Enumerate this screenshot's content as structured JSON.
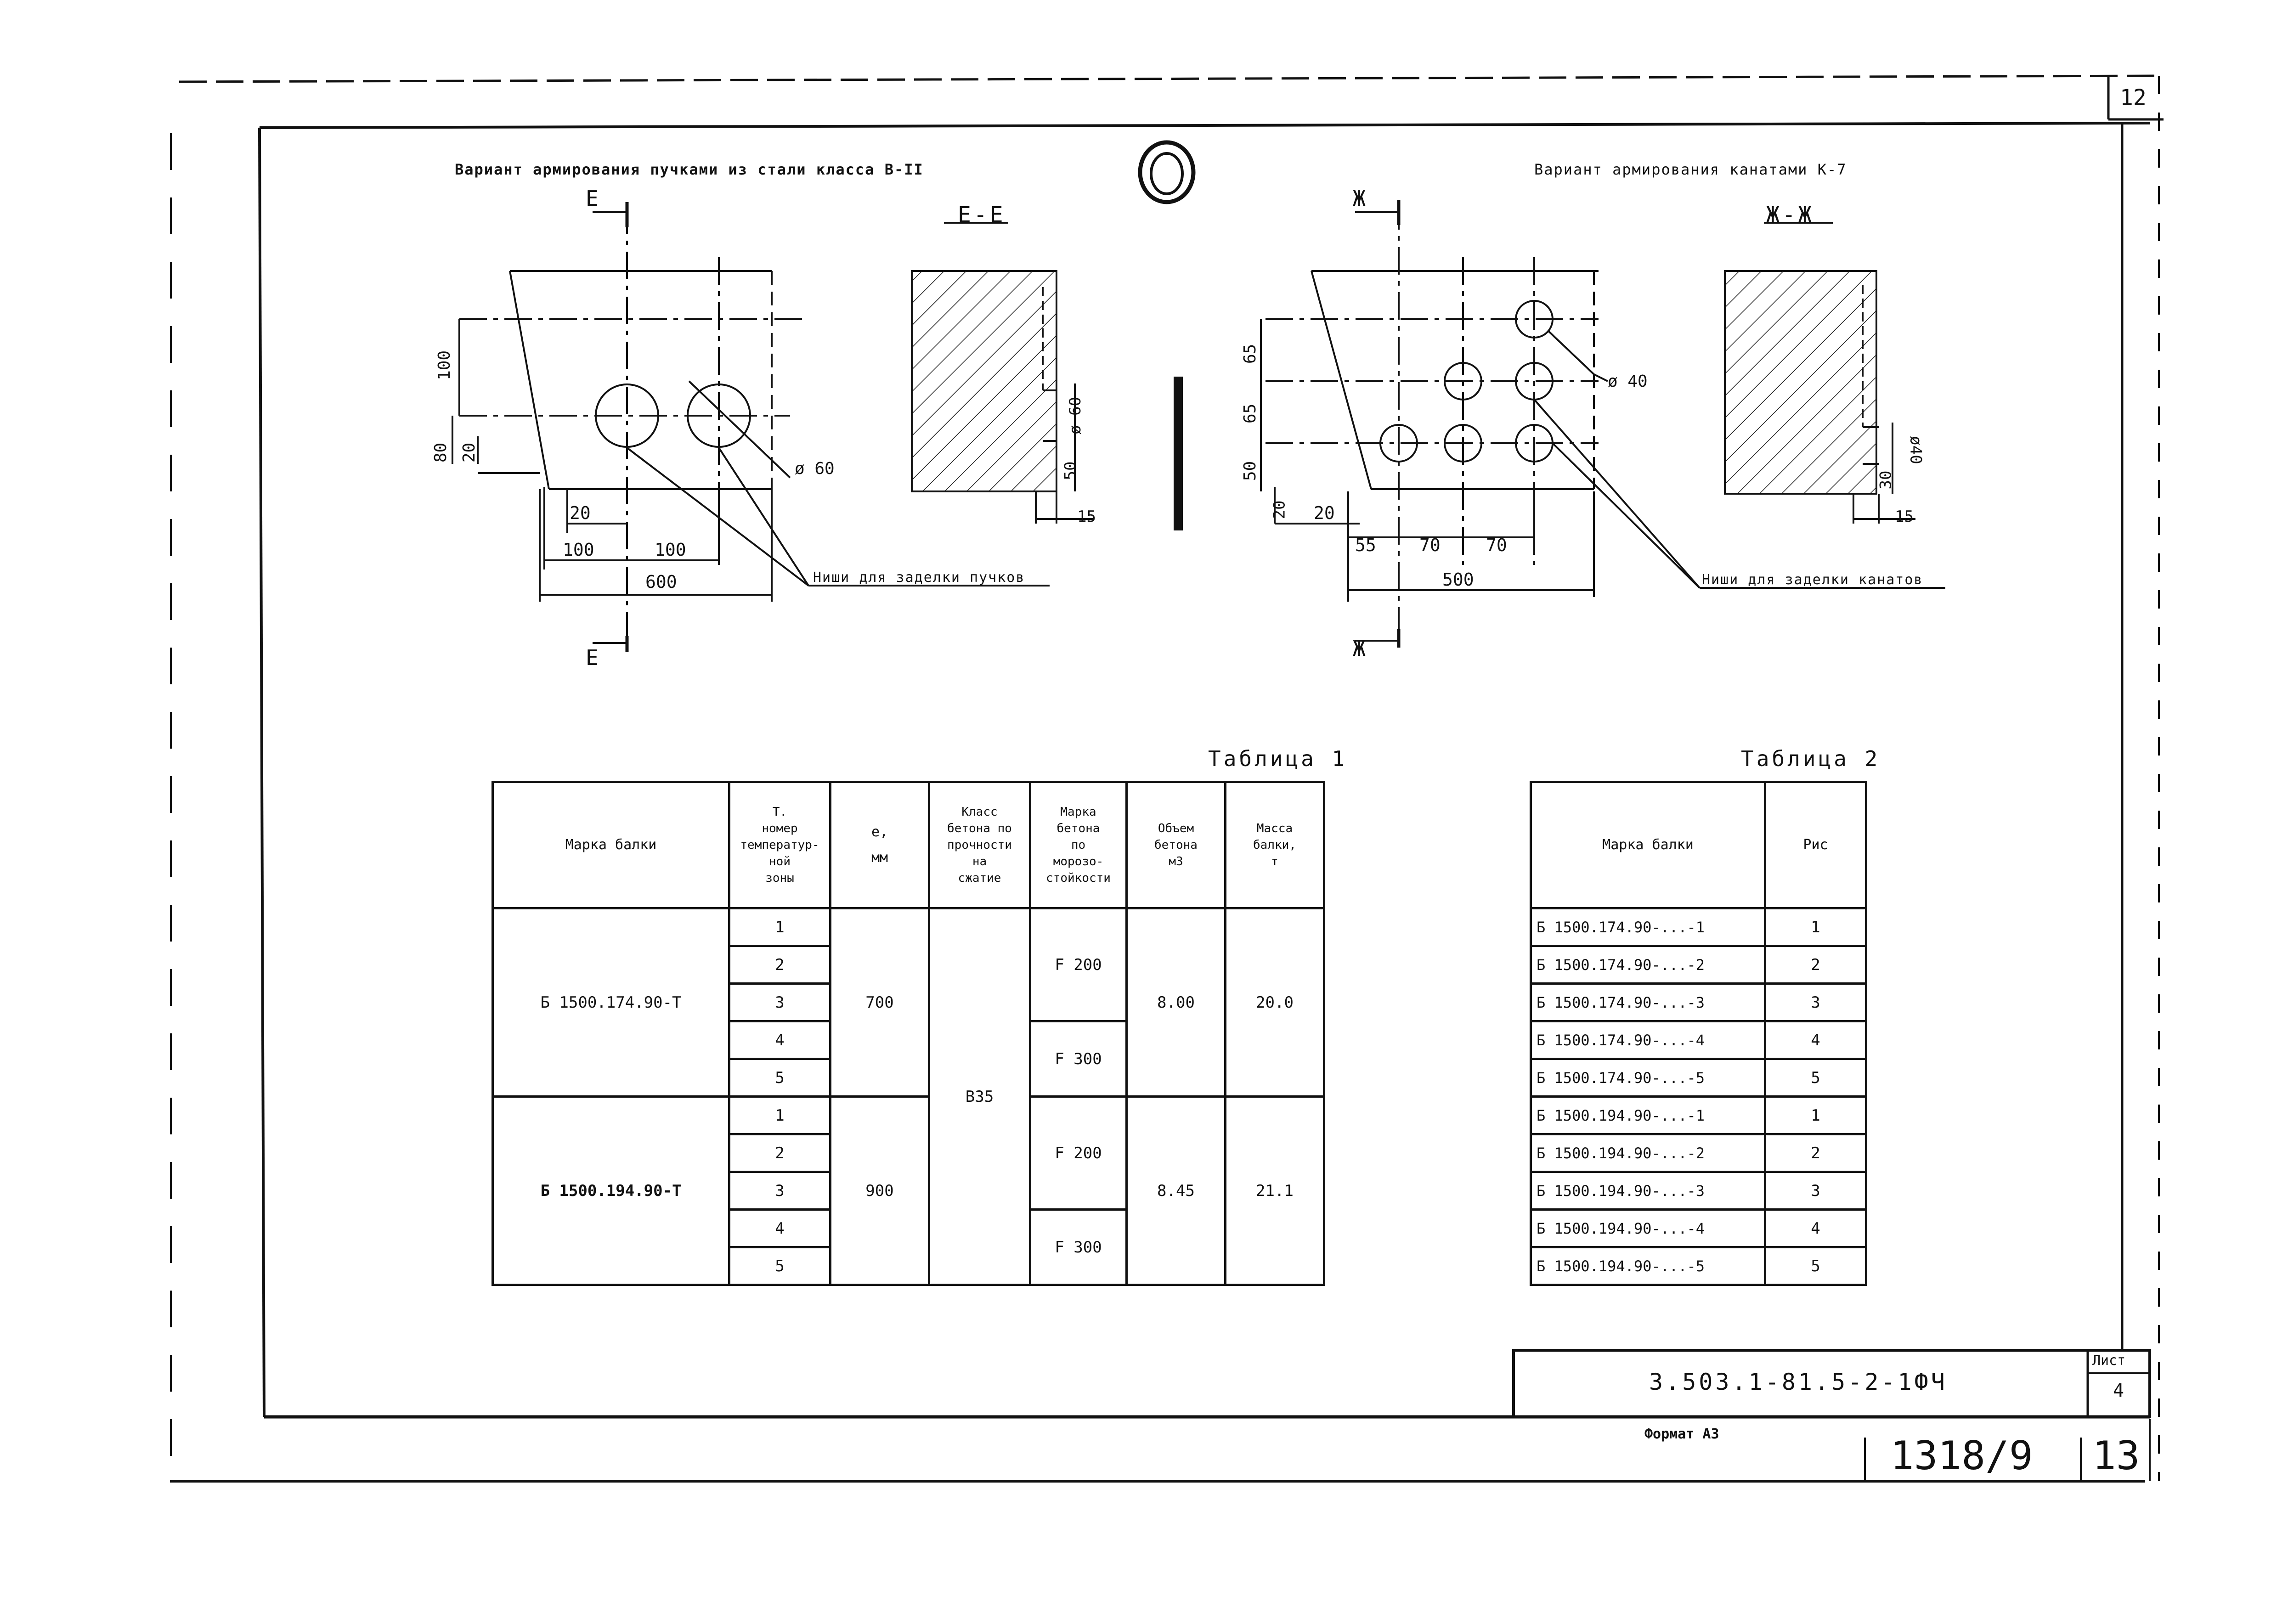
{
  "sheet": {
    "corner_number": "12",
    "stamp_number": "1318/9",
    "page_number": "13",
    "format_label": "Формат А3",
    "document_code": "3.503.1-81.5-2-1ФЧ",
    "sheet_label": "Лист",
    "sheet_number": "4"
  },
  "drawing_left": {
    "caption": "Вариант армирования пучками из стали класса В-II",
    "section_mark_top": "Е",
    "section_mark_bottom": "Е",
    "section_title": "Е-Е",
    "dims": {
      "d100": "100",
      "d80": "80",
      "d20_v": "20",
      "d20_h": "20",
      "d100_a": "100",
      "d100_b": "100",
      "d600": "600",
      "hole_dia": "ø 60",
      "sec_dia": "ø 60",
      "sec_50": "50",
      "sec_15": "15"
    },
    "note": "Ниши для заделки пучков"
  },
  "drawing_right": {
    "caption": "Вариант армирования канатами К-7",
    "section_mark_top": "Ж",
    "section_mark_bottom": "Ж",
    "section_title": "Ж-Ж",
    "dims": {
      "d65_a": "65",
      "d65_b": "65",
      "d50": "50",
      "d20_v": "20",
      "d20_h": "20",
      "d55": "55",
      "d70_a": "70",
      "d70_b": "70",
      "d500": "500",
      "hole_dia": "ø 40",
      "sec_dia": "ø40",
      "sec_30": "30",
      "sec_15": "15"
    },
    "note": "Ниши для заделки канатов"
  },
  "table1": {
    "caption": "Таблица 1",
    "headers": {
      "mark": "Марка балки",
      "zone": [
        "Т.",
        "номер",
        "температур-",
        "ной",
        "зоны"
      ],
      "e": [
        "е,",
        "мм"
      ],
      "class": [
        "Класс",
        "бетона по",
        "прочности",
        "на",
        "сжатие"
      ],
      "frost": [
        "Марка",
        "бетона",
        "по",
        "морозо-",
        "стойкости"
      ],
      "volume": [
        "Объем",
        "бетона",
        "м3"
      ],
      "mass": [
        "Масса",
        "балки,",
        "т"
      ]
    },
    "groups": [
      {
        "mark": "Б 1500.174.90-Т",
        "zones": [
          "1",
          "2",
          "3",
          "4",
          "5"
        ],
        "e": "700",
        "frost": [
          "F 200",
          "F 300"
        ],
        "volume": "8.00",
        "mass": "20.0"
      },
      {
        "mark": "Б 1500.194.90-Т",
        "zones": [
          "1",
          "2",
          "3",
          "4",
          "5"
        ],
        "e": "900",
        "frost": [
          "F 200",
          "F 300"
        ],
        "volume": "8.45",
        "mass": "21.1"
      }
    ],
    "concrete_class": "В35"
  },
  "table2": {
    "caption": "Таблица 2",
    "headers": {
      "mark": "Марка балки",
      "zone": "Рис"
    },
    "rows": [
      {
        "mark": "Б 1500.174.90-...-1",
        "zone": "1"
      },
      {
        "mark": "Б 1500.174.90-...-2",
        "zone": "2"
      },
      {
        "mark": "Б 1500.174.90-...-3",
        "zone": "3"
      },
      {
        "mark": "Б 1500.174.90-...-4",
        "zone": "4"
      },
      {
        "mark": "Б 1500.174.90-...-5",
        "zone": "5"
      },
      {
        "mark": "Б 1500.194.90-...-1",
        "zone": "1"
      },
      {
        "mark": "Б 1500.194.90-...-2",
        "zone": "2"
      },
      {
        "mark": "Б 1500.194.90-...-3",
        "zone": "3"
      },
      {
        "mark": "Б 1500.194.90-...-4",
        "zone": "4"
      },
      {
        "mark": "Б 1500.194.90-...-5",
        "zone": "5"
      }
    ]
  }
}
